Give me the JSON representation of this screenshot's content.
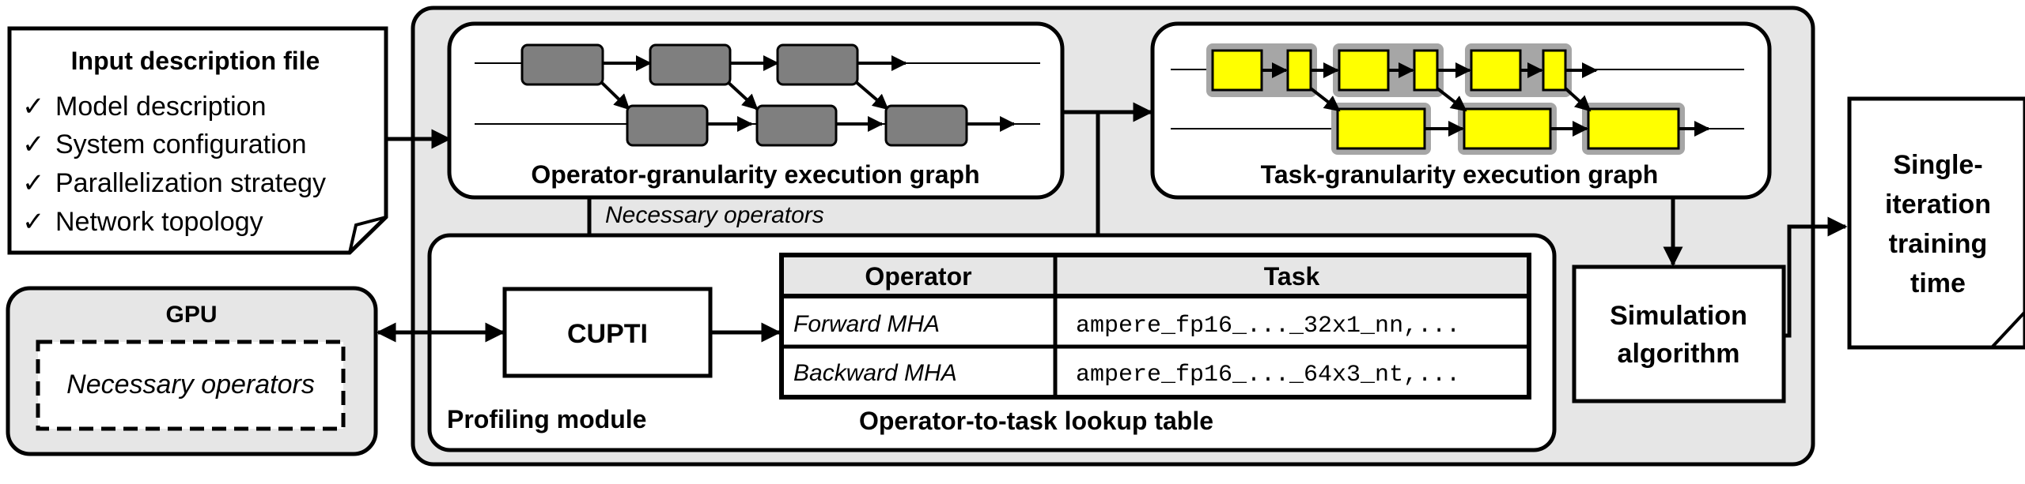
{
  "input_file": {
    "title": "Input description file",
    "items": [
      "Model description",
      "System configuration",
      "Parallelization strategy",
      "Network topology"
    ],
    "check_mark": "✓"
  },
  "gpu": {
    "title": "GPU",
    "inner": "Necessary operators"
  },
  "op_graph": {
    "label": "Operator-granularity execution graph"
  },
  "task_graph": {
    "label": "Task-granularity execution graph"
  },
  "necessary_ops_label": "Necessary operators",
  "cupti": {
    "label": "CUPTI"
  },
  "profiling_module": {
    "label": "Profiling module"
  },
  "lookup_table": {
    "caption": "Operator-to-task lookup table",
    "headers": [
      "Operator",
      "Task"
    ],
    "rows": [
      [
        "Forward MHA",
        "ampere_fp16_..._32x1_nn,..."
      ],
      [
        "Backward MHA",
        "ampere_fp16_..._64x3_nt,..."
      ]
    ]
  },
  "simulation": {
    "lines": [
      "Simulation",
      "algorithm"
    ]
  },
  "output": {
    "lines": [
      "Single-",
      "iteration",
      "training",
      "time"
    ]
  },
  "colors": {
    "panel_bg": "#e6e6e6",
    "op_block": "#7f7f7f",
    "task_block": "#ffff00",
    "task_halo": "#a6a6a6"
  }
}
